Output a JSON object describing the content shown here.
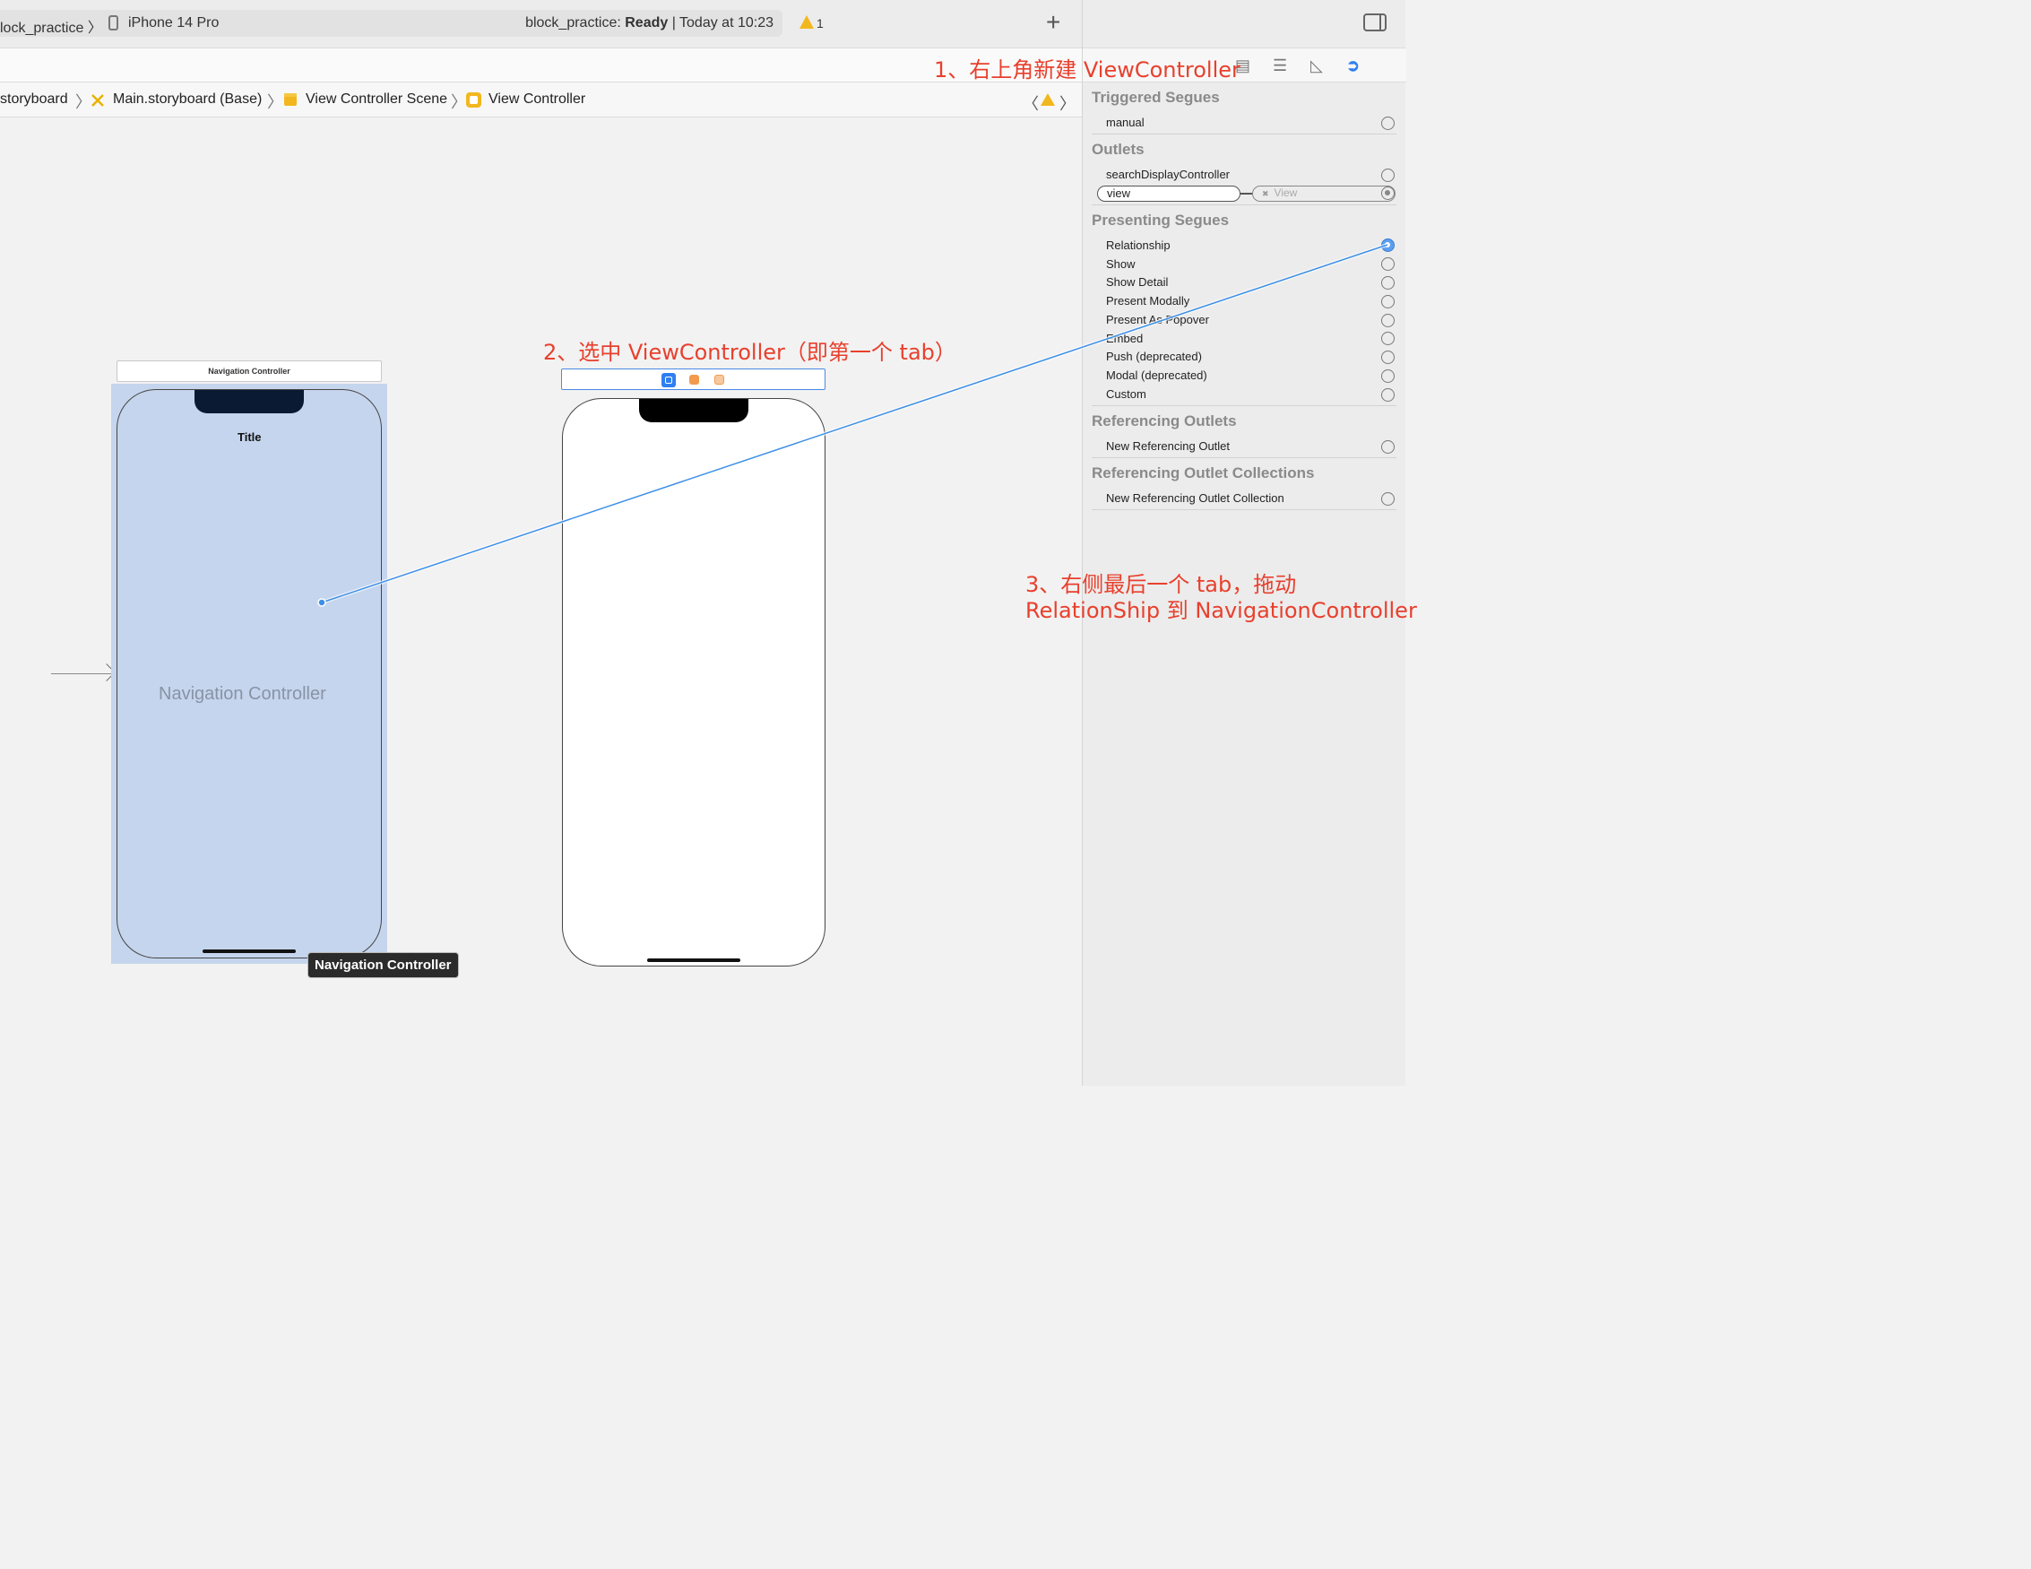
{
  "toolbar": {
    "scheme": "lock_practice",
    "device": "iPhone 14 Pro",
    "build_project": "block_practice:",
    "build_state": "Ready",
    "build_time": " | Today at 10:23",
    "warning_count": "1",
    "add_label": "+"
  },
  "breadcrumb": {
    "items": [
      "storyboard",
      "Main.storyboard (Base)",
      "View Controller Scene",
      "View Controller"
    ]
  },
  "canvas": {
    "nav_scene_header": "Navigation Controller",
    "nav_bar_title": "Title",
    "nav_placeholder": "Navigation Controller",
    "tooltip": "Navigation Controller"
  },
  "annotations": {
    "step1": "1、右上角新建 ViewController",
    "step2": "2、选中 ViewController（即第一个 tab）",
    "step3_line1": "3、右侧最后一个 tab，拖动",
    "step3_line2": "RelationShip 到 NavigationController"
  },
  "inspector": {
    "triggered_segues": {
      "title": "Triggered Segues",
      "items": [
        "manual"
      ]
    },
    "outlets": {
      "title": "Outlets",
      "items": [
        "searchDisplayController",
        "view"
      ],
      "view_target": "View"
    },
    "presenting_segues": {
      "title": "Presenting Segues",
      "items": [
        "Relationship",
        "Show",
        "Show Detail",
        "Present Modally",
        "Present As Popover",
        "Embed",
        "Push (deprecated)",
        "Modal (deprecated)",
        "Custom"
      ]
    },
    "referencing_outlets": {
      "title": "Referencing Outlets",
      "items": [
        "New Referencing Outlet"
      ]
    },
    "referencing_outlet_collections": {
      "title": "Referencing Outlet Collections",
      "items": [
        "New Referencing Outlet Collection"
      ]
    }
  },
  "colors": {
    "accent": "#2f7ff0",
    "annotation": "#e8402d",
    "selection": "#c5d5ed",
    "warning": "#f2b71e"
  }
}
